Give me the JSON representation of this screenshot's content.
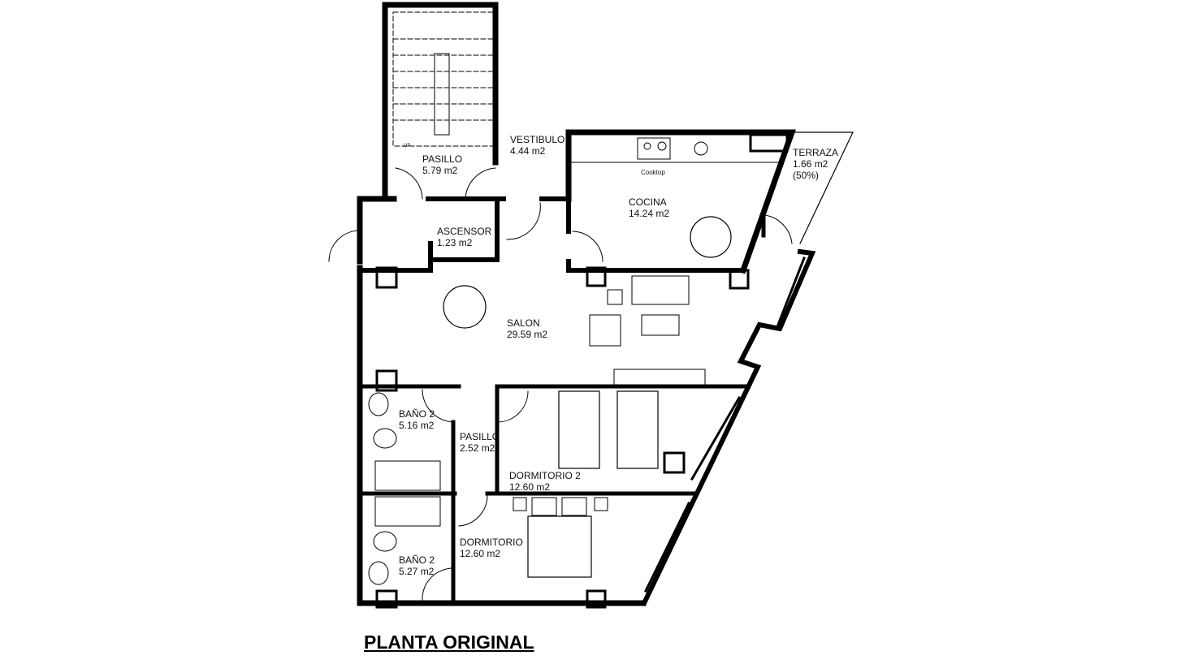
{
  "title": "PLANTA ORIGINAL",
  "rooms": [
    {
      "name": "PASILLO",
      "area": "5.79 m2"
    },
    {
      "name": "VESTIBULO",
      "area": "4.44 m2"
    },
    {
      "name": "COCINA",
      "area": "14.24 m2"
    },
    {
      "name": "TERRAZA",
      "area": "1.66 m2",
      "note": "(50%)"
    },
    {
      "name": "ASCENSOR",
      "area": "1.23 m2"
    },
    {
      "name": "SALON",
      "area": "29.59 m2"
    },
    {
      "name": "BAÑO 2",
      "area": "5.16 m2"
    },
    {
      "name": "PASILLO",
      "area": "2.52 m2"
    },
    {
      "name": "DORMITORIO 2",
      "area": "12.60 m2"
    },
    {
      "name": "DORMITORIO",
      "area": "12.60 m2"
    },
    {
      "name": "BAÑO 2",
      "area": "5.27 m2"
    }
  ],
  "fixtures": {
    "cooktop": "Cooktop",
    "stairs": "UP"
  }
}
